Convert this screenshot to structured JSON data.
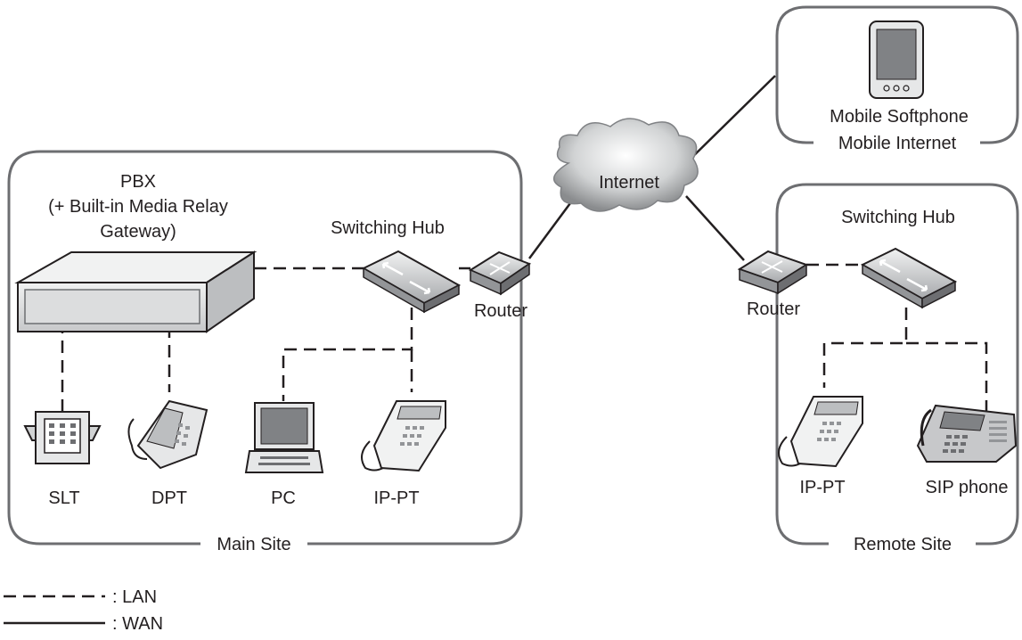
{
  "diagram": {
    "main_site": {
      "label": "Main Site",
      "pbx": {
        "line1": "PBX",
        "line2": "(+ Built-in Media Relay",
        "line3": "Gateway)"
      },
      "switching_hub": "Switching Hub",
      "router": "Router",
      "devices": {
        "slt": "SLT",
        "dpt": "DPT",
        "pc": "PC",
        "ip_pt": "IP-PT"
      }
    },
    "internet": "Internet",
    "mobile": {
      "box_label": "Mobile Internet",
      "device": "Mobile Softphone"
    },
    "remote_site": {
      "label": "Remote Site",
      "switching_hub": "Switching Hub",
      "router": "Router",
      "devices": {
        "ip_pt": "IP-PT",
        "sip_phone": "SIP phone"
      }
    },
    "legend": {
      "lan": ": LAN",
      "wan": ": WAN"
    },
    "colors": {
      "line": "#231f20",
      "frame": "#6d6e71",
      "device_fill": "#e6e7e8",
      "device_dark": "#808285"
    }
  }
}
